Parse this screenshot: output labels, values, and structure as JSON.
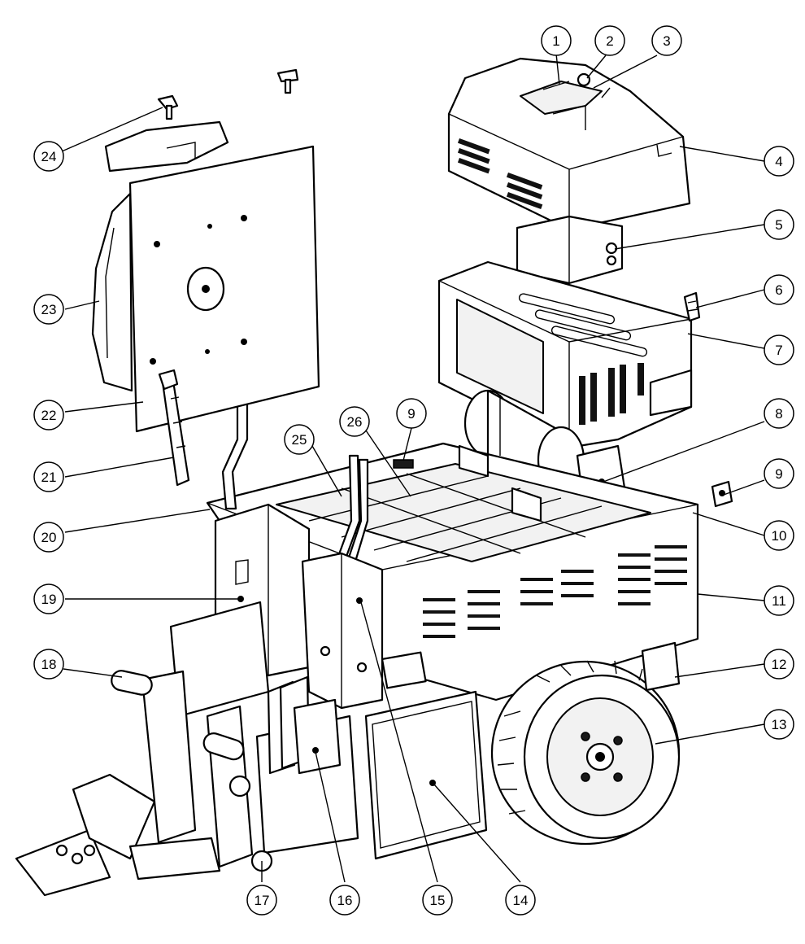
{
  "callouts": [
    {
      "label": "1"
    },
    {
      "label": "2"
    },
    {
      "label": "3"
    },
    {
      "label": "4"
    },
    {
      "label": "5"
    },
    {
      "label": "6"
    },
    {
      "label": "7"
    },
    {
      "label": "8"
    },
    {
      "label": "9"
    },
    {
      "label": "9"
    },
    {
      "label": "10"
    },
    {
      "label": "11"
    },
    {
      "label": "12"
    },
    {
      "label": "13"
    },
    {
      "label": "14"
    },
    {
      "label": "15"
    },
    {
      "label": "16"
    },
    {
      "label": "17"
    },
    {
      "label": "18"
    },
    {
      "label": "19"
    },
    {
      "label": "20"
    },
    {
      "label": "21"
    },
    {
      "label": "22"
    },
    {
      "label": "23"
    },
    {
      "label": "24"
    },
    {
      "label": "25"
    },
    {
      "label": "26"
    }
  ],
  "colors": {
    "line": "#000000",
    "background": "#ffffff",
    "fill": "#ffffff"
  }
}
